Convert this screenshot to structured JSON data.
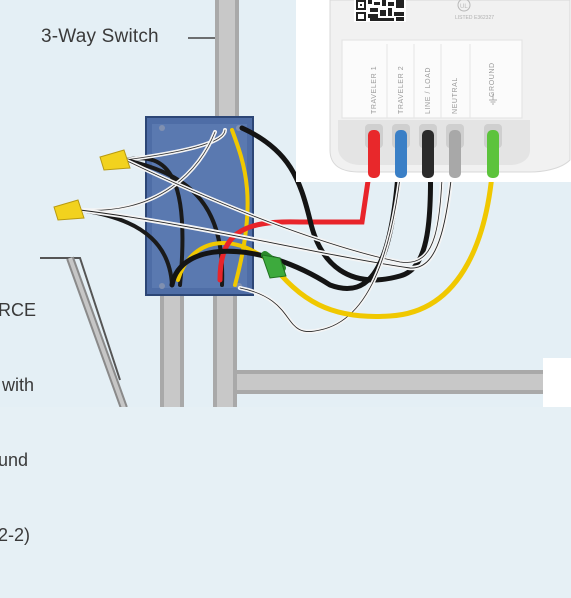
{
  "diagram": {
    "switch_label": "3-Way Switch",
    "source_label_lines": [
      "RCE",
      "with",
      "und",
      "2-2)"
    ],
    "device_terminals": [
      "TRAVELER 1",
      "TRAVELER 2",
      "LINE / LOAD",
      "NEUTRAL",
      "GROUND"
    ],
    "terminal_colors": [
      "#e8282b",
      "#3a7fc6",
      "#2b2b2b",
      "#a8a8a8",
      "#5cc33c"
    ],
    "cert_mark": "LISTED",
    "cert_code": "E362327"
  }
}
